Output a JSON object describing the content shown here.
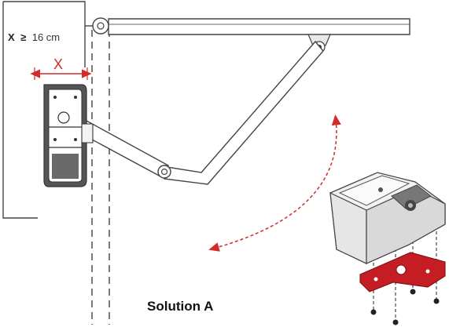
{
  "dimension": {
    "variable": "X",
    "relation": "≥",
    "value": "16 cm"
  },
  "offset_marker": "X",
  "caption": "Solution A",
  "colors": {
    "line": "#444444",
    "accent": "#d42a2a",
    "bracket": "#c41e24",
    "motor_body": "#f2f2f2",
    "motor_shade": "#555555"
  }
}
